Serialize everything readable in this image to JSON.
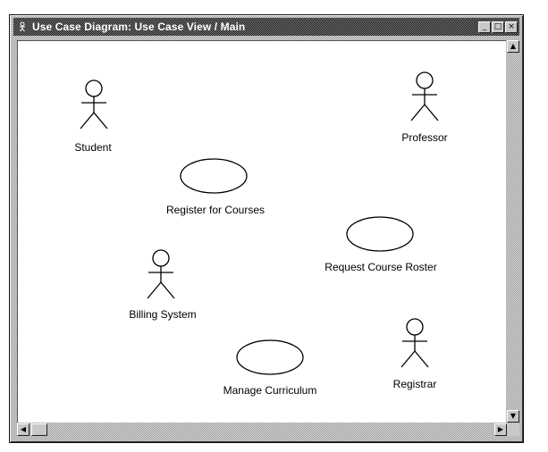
{
  "window": {
    "title": "Use Case Diagram: Use Case View / Main",
    "buttons": {
      "minimize": "_",
      "maximize": "□",
      "close": "×"
    }
  },
  "icons": {
    "system": "use-case-diagram-icon",
    "minimize": "minimize-icon",
    "maximize": "maximize-icon",
    "close": "close-icon"
  },
  "diagram": {
    "actors": [
      {
        "name": "Student"
      },
      {
        "name": "Professor"
      },
      {
        "name": "Billing System"
      },
      {
        "name": "Registrar"
      }
    ],
    "use_cases": [
      {
        "name": "Register for Courses"
      },
      {
        "name": "Request Course Roster"
      },
      {
        "name": "Manage Curriculum"
      }
    ]
  },
  "scrollbars": {
    "up": "▲",
    "down": "▼",
    "left": "◀",
    "right": "▶"
  }
}
